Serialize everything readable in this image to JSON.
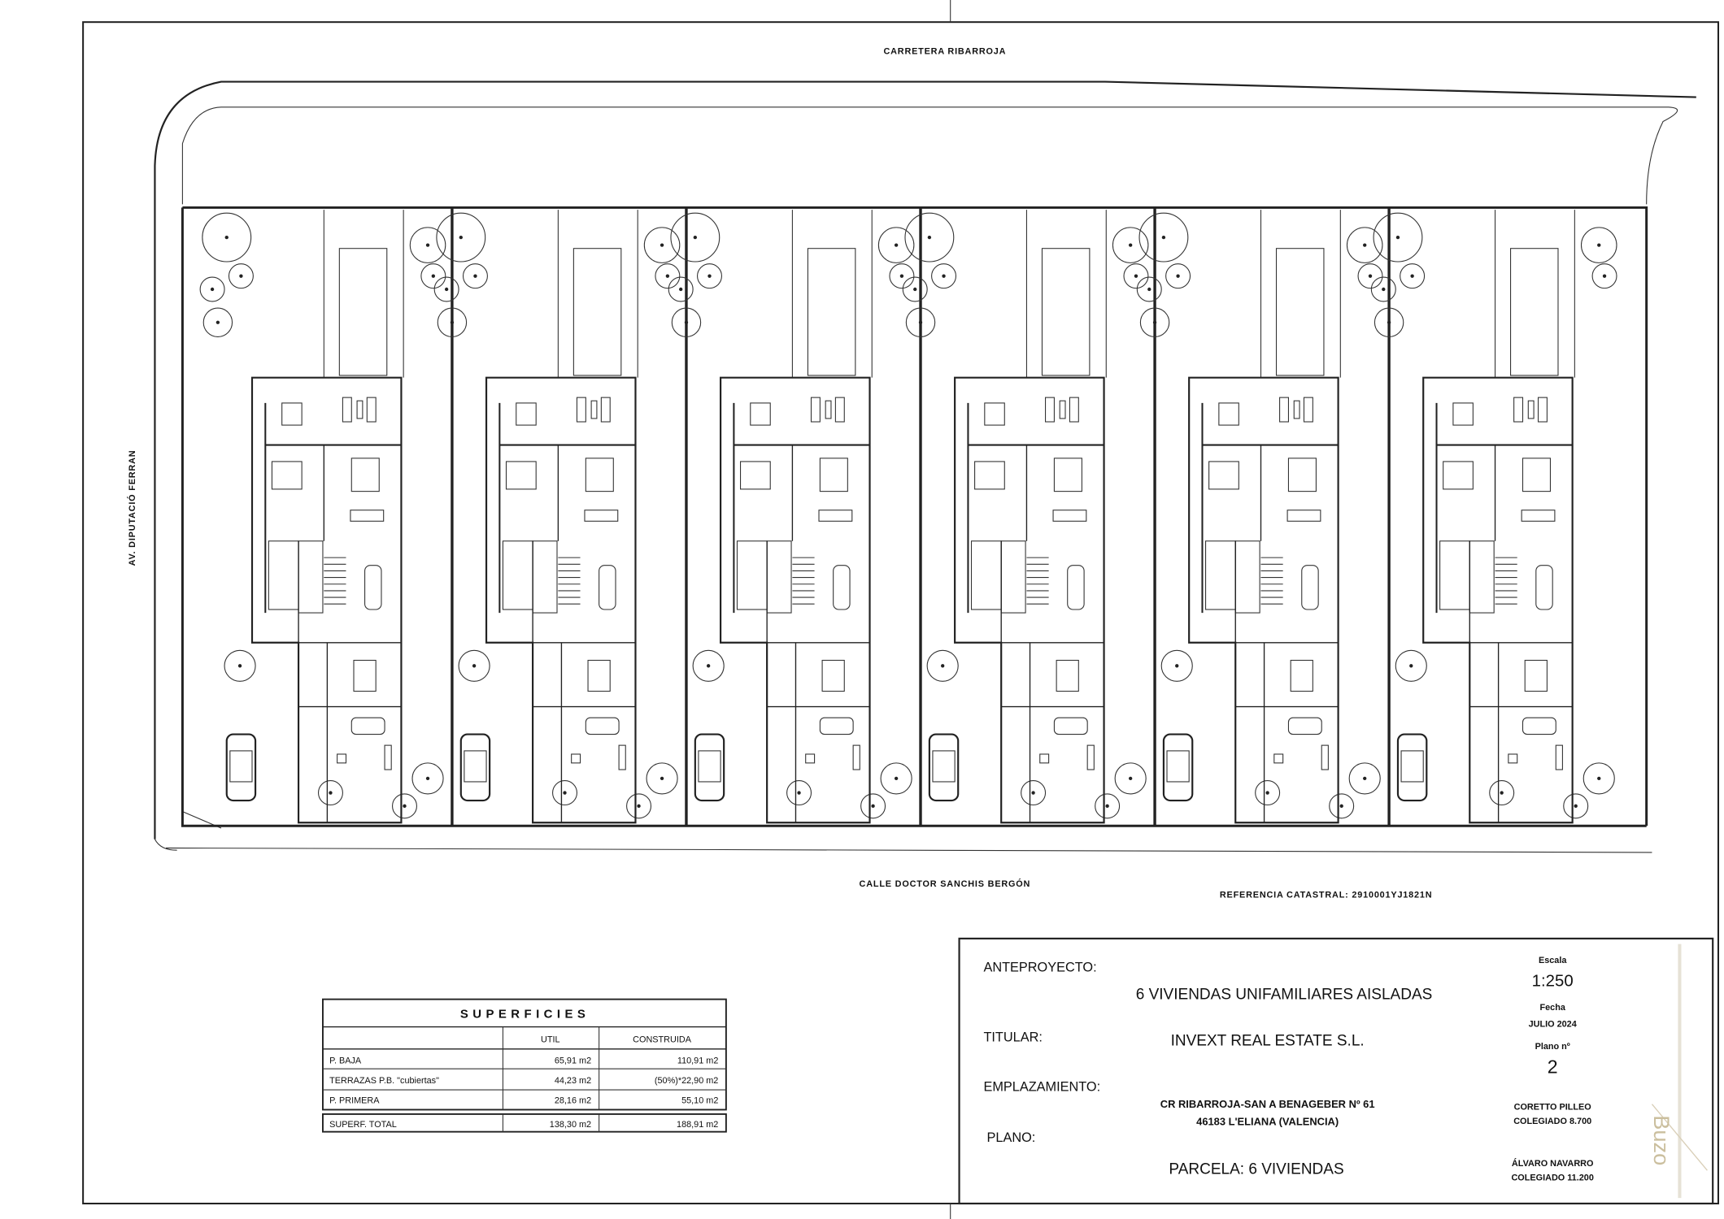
{
  "plan": {
    "road_top": "CARRETERA RIBARROJA",
    "road_left": "AV. DIPUTACIÓ FERRAN",
    "road_bottom": "CALLE DOCTOR SANCHIS BERGÓN",
    "cadastral_ref": "REFERENCIA CATASTRAL: 2910001YJ1821N",
    "lots": 6
  },
  "surfaces_table": {
    "title": "SUPERFICIES",
    "headers": [
      "",
      "UTIL",
      "CONSTRUIDA"
    ],
    "rows": [
      [
        "P. BAJA",
        "65,91 m2",
        "110,91 m2"
      ],
      [
        "TERRAZAS P.B. \"cubiertas\"",
        "44,23 m2",
        "(50%)*22,90 m2"
      ],
      [
        "P. PRIMERA",
        "28,16 m2",
        "55,10 m2"
      ]
    ],
    "total": [
      "SUPERF. TOTAL",
      "138,30 m2",
      "188,91 m2"
    ]
  },
  "title_block": {
    "anteproyecto_label": "ANTEPROYECTO:",
    "anteproyecto": "6 VIVIENDAS UNIFAMILIARES AISLADAS",
    "titular_label": "TITULAR:",
    "titular": "INVEXT REAL ESTATE S.L.",
    "emplazamiento_label": "EMPLAZAMIENTO:",
    "emplazamiento_1": "CR RIBARROJA-SAN A BENAGEBER Nº 61",
    "emplazamiento_2": "46183 L'ELIANA (VALENCIA)",
    "plano_label": "PLANO:",
    "plano": "PARCELA: 6 VIVIENDAS",
    "escala_label": "Escala",
    "escala": "1:250",
    "fecha_label": "Fecha",
    "fecha": "JULIO 2024",
    "plano_n_label": "Plano nº",
    "plano_n": "2",
    "arch1_name": "CORETTO PILLEO",
    "arch1_col": "COLEGIADO 8.700",
    "arch2_name": "ÁLVARO NAVARRO",
    "arch2_col": "COLEGIADO 11.200",
    "logo": "Buzo"
  }
}
